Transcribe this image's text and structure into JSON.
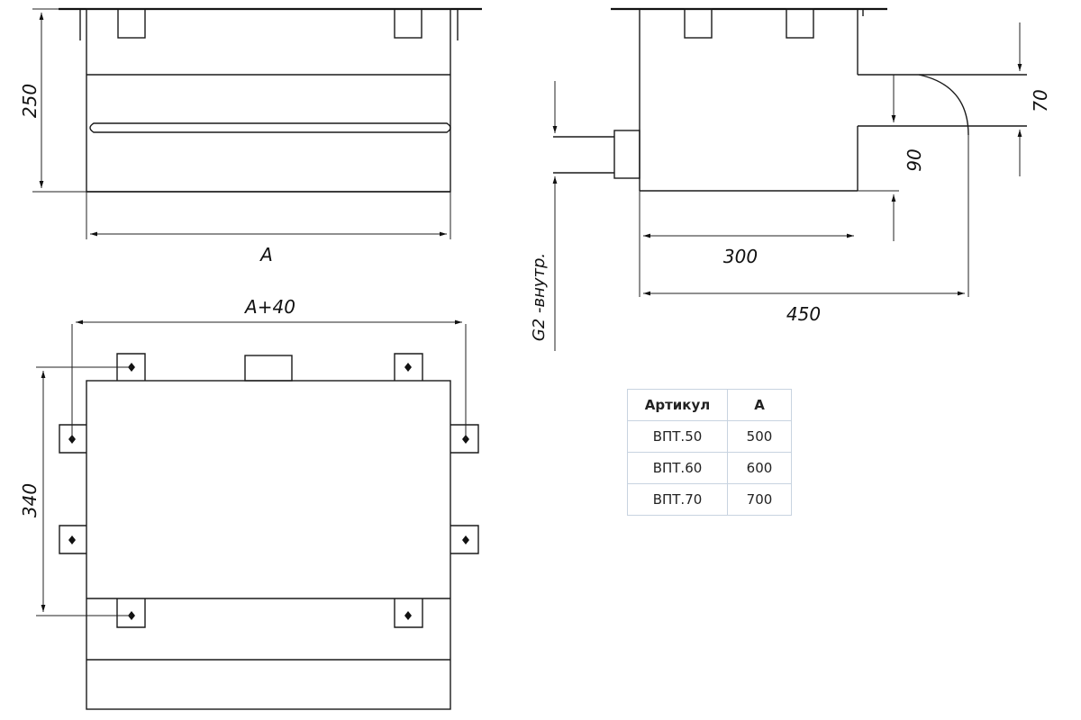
{
  "dimensions": {
    "height_front": "250",
    "width_a": "A",
    "width_a40": "A+40",
    "depth_340": "340",
    "dim_300": "300",
    "dim_450": "450",
    "dim_70": "70",
    "dim_90": "90",
    "thread": "G2 -внутр."
  },
  "table": {
    "headers": [
      "Артикул",
      "A"
    ],
    "rows": [
      {
        "article": "ВПТ.50",
        "a": "500"
      },
      {
        "article": "ВПТ.60",
        "a": "600"
      },
      {
        "article": "ВПТ.70",
        "a": "700"
      }
    ]
  }
}
